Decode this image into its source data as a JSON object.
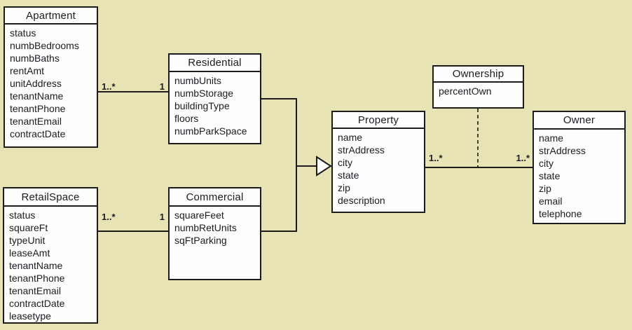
{
  "diagram": {
    "kind": "uml-class-diagram",
    "background_color": "#e7e3b5",
    "box_fill": "#fefefe",
    "line_color": "#1b1b1b",
    "text_color": "#1b1b22"
  },
  "classes": {
    "apartment": {
      "name": "Apartment",
      "attributes": [
        "status",
        "numbBedrooms",
        "numbBaths",
        "rentAmt",
        "unitAddress",
        "tenantName",
        "tenantPhone",
        "tenantEmail",
        "contractDate"
      ]
    },
    "residential": {
      "name": "Residential",
      "attributes": [
        "numbUnits",
        "numbStorage",
        "buildingType",
        "floors",
        "numbParkSpace"
      ]
    },
    "retailspace": {
      "name": "RetailSpace",
      "attributes": [
        "status",
        "squareFt",
        "typeUnit",
        "leaseAmt",
        "tenantName",
        "tenantPhone",
        "tenantEmail",
        "contractDate",
        "leasetype"
      ]
    },
    "commercial": {
      "name": "Commercial",
      "attributes": [
        "squareFeet",
        "numbRetUnits",
        "sqFtParking"
      ]
    },
    "property": {
      "name": "Property",
      "attributes": [
        "name",
        "strAddress",
        "city",
        "state",
        "zip",
        "description"
      ]
    },
    "ownership": {
      "name": "Ownership",
      "attributes": [
        "percentOwn"
      ]
    },
    "owner": {
      "name": "Owner",
      "attributes": [
        "name",
        "strAddress",
        "city",
        "state",
        "zip",
        "email",
        "telephone"
      ]
    }
  },
  "relationships": {
    "apartment_residential": {
      "type": "association",
      "from": "Apartment",
      "to": "Residential",
      "from_mult": "1..*",
      "to_mult": "1"
    },
    "retailspace_commercial": {
      "type": "association",
      "from": "RetailSpace",
      "to": "Commercial",
      "from_mult": "1..*",
      "to_mult": "1"
    },
    "residential_property": {
      "type": "generalization",
      "sub": "Residential",
      "super": "Property"
    },
    "commercial_property": {
      "type": "generalization",
      "sub": "Commercial",
      "super": "Property"
    },
    "property_owner": {
      "type": "association",
      "from": "Property",
      "to": "Owner",
      "from_mult": "1..*",
      "to_mult": "1..*",
      "association_class": "Ownership"
    }
  }
}
